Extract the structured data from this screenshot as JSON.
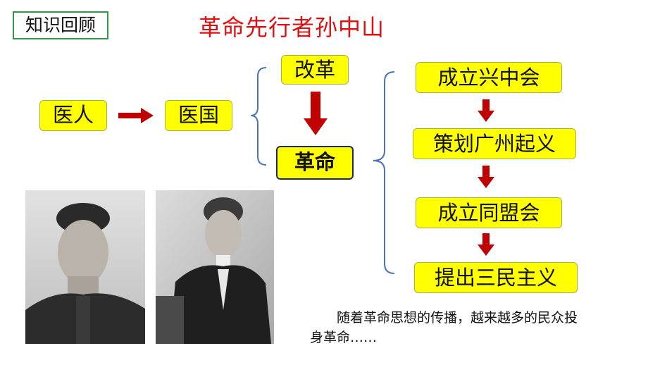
{
  "header": {
    "tag_label": "知识回顾",
    "title": "革命先行者孙中山"
  },
  "diagram": {
    "start": "医人",
    "middle": "医国",
    "branch_top": "改革",
    "branch_bottom": "革命",
    "steps": [
      "成立兴中会",
      "策划广州起义",
      "成立同盟会",
      "提出三民主义"
    ]
  },
  "caption": "随着革命思想的传播，越来越多的民众投身革命……",
  "colors": {
    "box_fill": "#ffff00",
    "arrow": "#c00000",
    "title": "#e01010",
    "bracket": "#4a73b8"
  },
  "photos": [
    {
      "name": "portrait-young"
    },
    {
      "name": "portrait-suit"
    }
  ]
}
